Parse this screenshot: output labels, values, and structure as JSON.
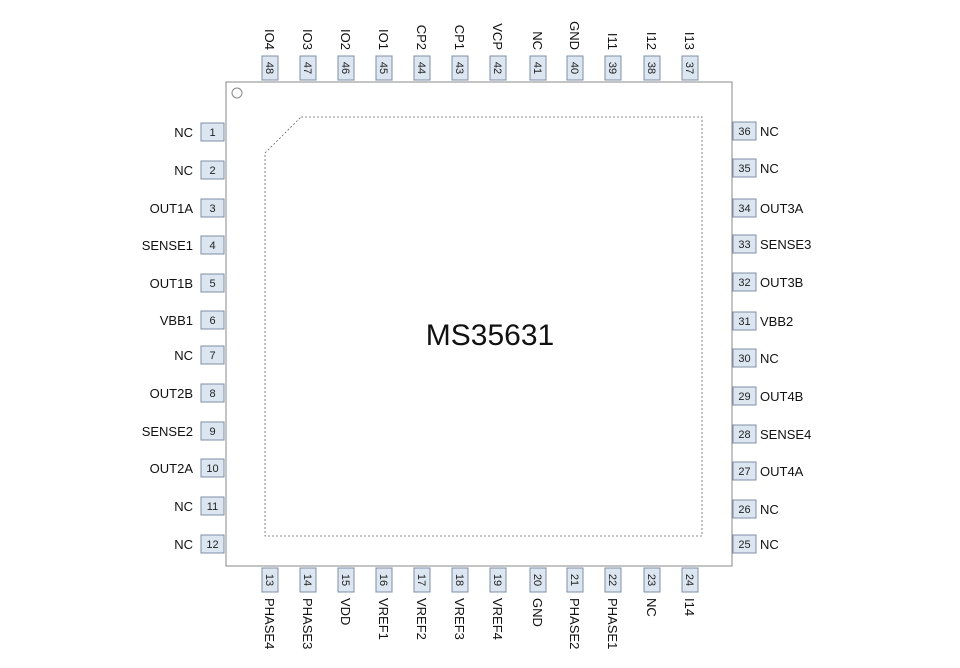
{
  "chip": {
    "name": "MS35631"
  },
  "pins": {
    "left": [
      {
        "num": "1",
        "label": "NC"
      },
      {
        "num": "2",
        "label": "NC"
      },
      {
        "num": "3",
        "label": "OUT1A"
      },
      {
        "num": "4",
        "label": "SENSE1"
      },
      {
        "num": "5",
        "label": "OUT1B"
      },
      {
        "num": "6",
        "label": "VBB1"
      },
      {
        "num": "7",
        "label": "NC"
      },
      {
        "num": "8",
        "label": "OUT2B"
      },
      {
        "num": "9",
        "label": "SENSE2"
      },
      {
        "num": "10",
        "label": "OUT2A"
      },
      {
        "num": "11",
        "label": "NC"
      },
      {
        "num": "12",
        "label": "NC"
      }
    ],
    "bottom": [
      {
        "num": "13",
        "label": "PHASE4"
      },
      {
        "num": "14",
        "label": "PHASE3"
      },
      {
        "num": "15",
        "label": "VDD"
      },
      {
        "num": "16",
        "label": "VREF1"
      },
      {
        "num": "17",
        "label": "VREF2"
      },
      {
        "num": "18",
        "label": "VREF3"
      },
      {
        "num": "19",
        "label": "VREF4"
      },
      {
        "num": "20",
        "label": "GND"
      },
      {
        "num": "21",
        "label": "PHASE2"
      },
      {
        "num": "22",
        "label": "PHASE1"
      },
      {
        "num": "23",
        "label": "NC"
      },
      {
        "num": "24",
        "label": "I14"
      }
    ],
    "right": [
      {
        "num": "25",
        "label": "NC"
      },
      {
        "num": "26",
        "label": "NC"
      },
      {
        "num": "27",
        "label": "OUT4A"
      },
      {
        "num": "28",
        "label": "SENSE4"
      },
      {
        "num": "29",
        "label": "OUT4B"
      },
      {
        "num": "30",
        "label": "NC"
      },
      {
        "num": "31",
        "label": "VBB2"
      },
      {
        "num": "32",
        "label": "OUT3B"
      },
      {
        "num": "33",
        "label": "SENSE3"
      },
      {
        "num": "34",
        "label": "OUT3A"
      },
      {
        "num": "35",
        "label": "NC"
      },
      {
        "num": "36",
        "label": "NC"
      }
    ],
    "top": [
      {
        "num": "37",
        "label": "I13"
      },
      {
        "num": "38",
        "label": "I12"
      },
      {
        "num": "39",
        "label": "I11"
      },
      {
        "num": "40",
        "label": "GND"
      },
      {
        "num": "41",
        "label": "NC"
      },
      {
        "num": "42",
        "label": "VCP"
      },
      {
        "num": "43",
        "label": "CP1"
      },
      {
        "num": "44",
        "label": "CP2"
      },
      {
        "num": "45",
        "label": "IO1"
      },
      {
        "num": "46",
        "label": "IO2"
      },
      {
        "num": "47",
        "label": "IO3"
      },
      {
        "num": "48",
        "label": "IO4"
      }
    ]
  }
}
